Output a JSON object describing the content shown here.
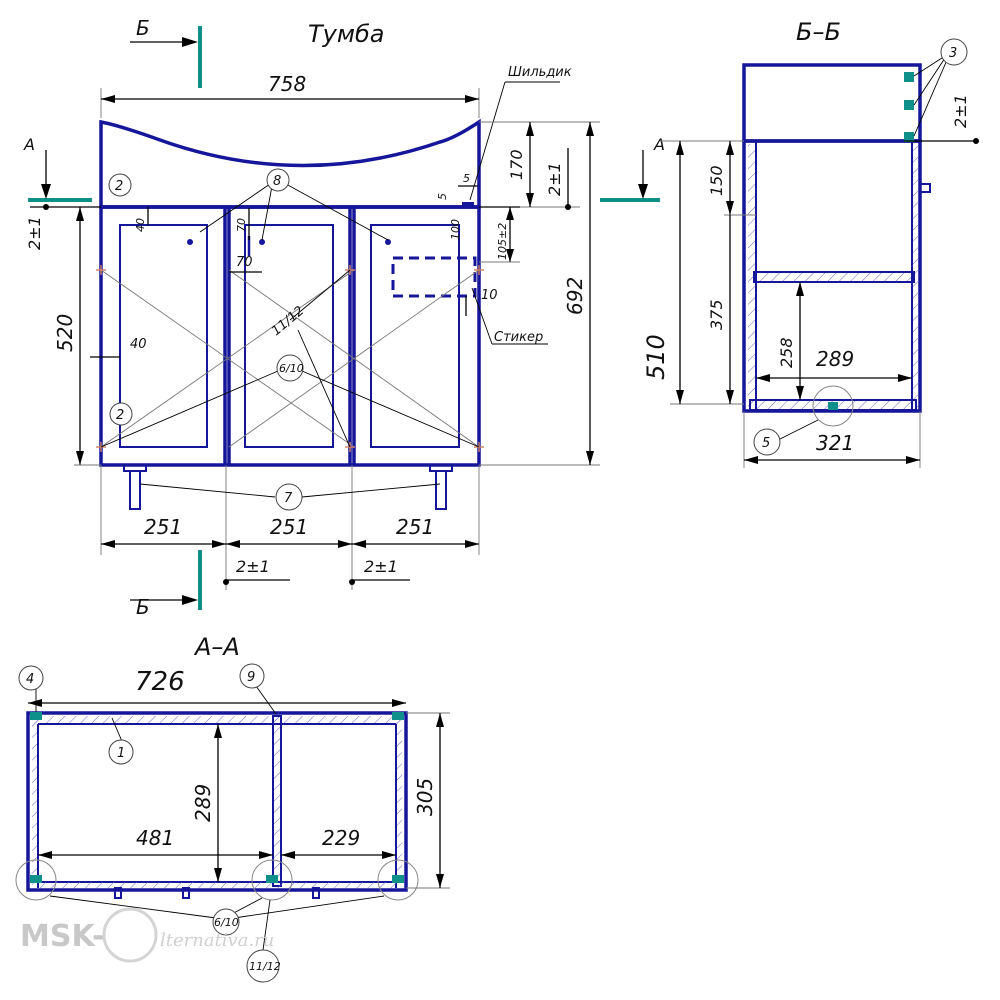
{
  "titles": {
    "front": "Тумба",
    "side": "Б–Б",
    "top": "А–А"
  },
  "section_marks": {
    "b_top": "Б",
    "b_bottom": "Б",
    "a_left": "А",
    "a_right": "А"
  },
  "labels": {
    "plate": "Шильдик",
    "sticker": "Стикер"
  },
  "front_dims": {
    "width": "758",
    "h170": "170",
    "tol_2_right": "2±1",
    "d5_a": "5",
    "d5_b": "5",
    "d105": "105±2",
    "d100": "100",
    "d10": "10",
    "height": "692",
    "h520": "520",
    "tol_2_left": "2±1",
    "d40_top": "40",
    "d40_side": "40",
    "d70_v": "70",
    "d70_h": "70",
    "w251_1": "251",
    "w251_2": "251",
    "w251_3": "251",
    "gap1": "2±1",
    "gap2": "2±1"
  },
  "side_dims": {
    "h150": "150",
    "h375": "375",
    "h510": "510",
    "h258": "258",
    "w289": "289",
    "w321": "321",
    "tol": "2±1"
  },
  "top_dims": {
    "w726": "726",
    "w481": "481",
    "w229": "229",
    "d289": "289",
    "d305": "305"
  },
  "callouts": {
    "c2a": "2",
    "c2b": "2",
    "c8": "8",
    "c1112": "11/12",
    "c610": "6/10",
    "c7": "7",
    "c3": "3",
    "c5": "5",
    "c4": "4",
    "c9": "9",
    "c1": "1",
    "c610b": "6/10",
    "c1112b": "11/12"
  },
  "watermark": {
    "left": "MSK-",
    "right": "lternativa.ru"
  }
}
